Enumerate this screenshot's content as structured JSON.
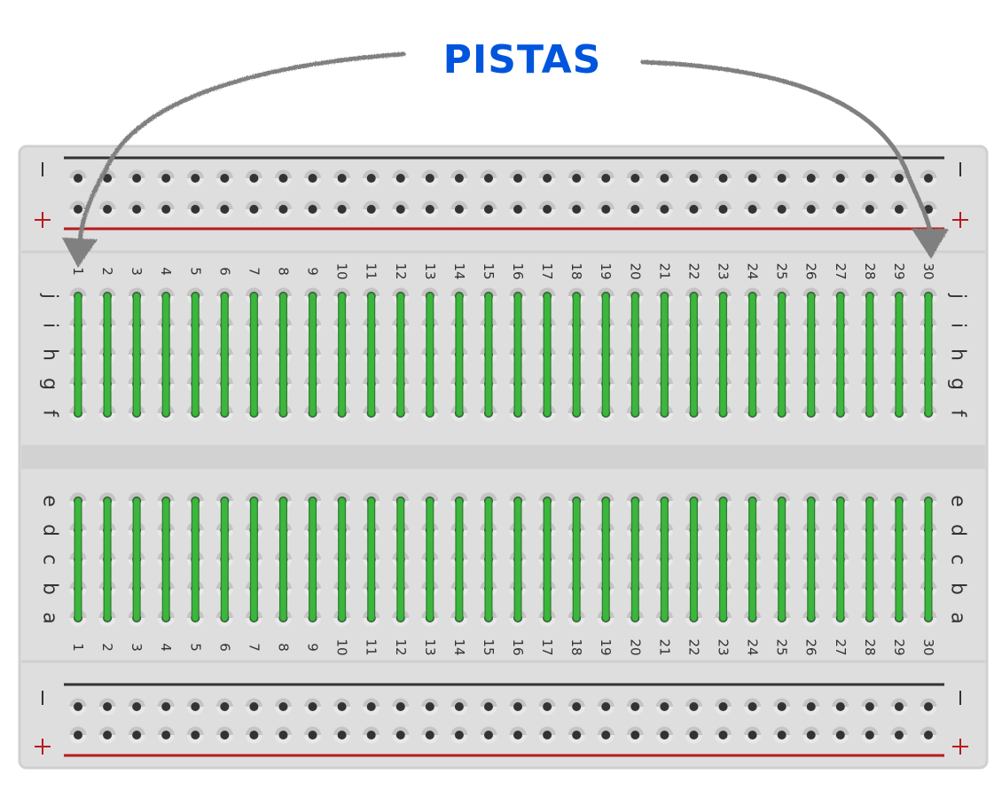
{
  "title": "PISTAS",
  "colors": {
    "title": "#0055dd",
    "board": "#dedede",
    "board_border": "#d0d0d0",
    "channel": "#d2d2d2",
    "hole_dark": "#c4c4c4",
    "hole_light": "#e8e8e8",
    "hole_center": "#333333",
    "track": "#3cb63c",
    "track_outline": "#2e7d32",
    "negative_line": "#333333",
    "positive_line": "#b71c1c",
    "arrow": "#808080"
  },
  "breadboard": {
    "columns": [
      "1",
      "2",
      "3",
      "4",
      "5",
      "6",
      "7",
      "8",
      "9",
      "10",
      "11",
      "12",
      "13",
      "14",
      "15",
      "16",
      "17",
      "18",
      "19",
      "20",
      "21",
      "22",
      "23",
      "24",
      "25",
      "26",
      "27",
      "28",
      "29",
      "30"
    ],
    "top_rows": [
      "j",
      "i",
      "h",
      "g",
      "f"
    ],
    "bottom_rows": [
      "e",
      "d",
      "c",
      "b",
      "a"
    ],
    "rail_negative_label": "−",
    "rail_positive_label": "+",
    "rail_holes_per_row": 30
  },
  "annotations": [
    {
      "name": "arrow-to-column-1",
      "label": "PISTAS",
      "target_column": "1"
    },
    {
      "name": "arrow-to-column-30",
      "label": "PISTAS",
      "target_column": "30"
    }
  ]
}
